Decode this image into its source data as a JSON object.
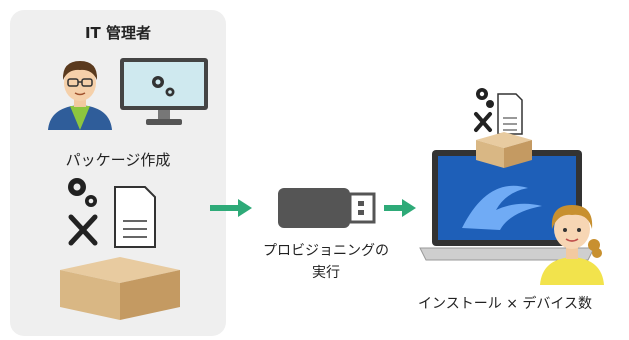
{
  "admin_title": "IT 管理者",
  "package_label": "パッケージ作成",
  "execute_label_line1": "プロビジョニングの",
  "execute_label_line2": "実行",
  "install_label": "インストール × デバイス数",
  "colors": {
    "panel_bg": "#efefef",
    "arrow": "#2eaa78",
    "box": "#d9b784",
    "box_dark": "#c49a62",
    "usb": "#555555",
    "monitor_screen": "#cfe9ef"
  },
  "icons": [
    "person-icon",
    "monitor-icon",
    "gear-icon",
    "document-icon",
    "tools-icon",
    "box-icon",
    "arrow-icon",
    "usb-drive-icon",
    "laptop-icon",
    "child-icon"
  ]
}
